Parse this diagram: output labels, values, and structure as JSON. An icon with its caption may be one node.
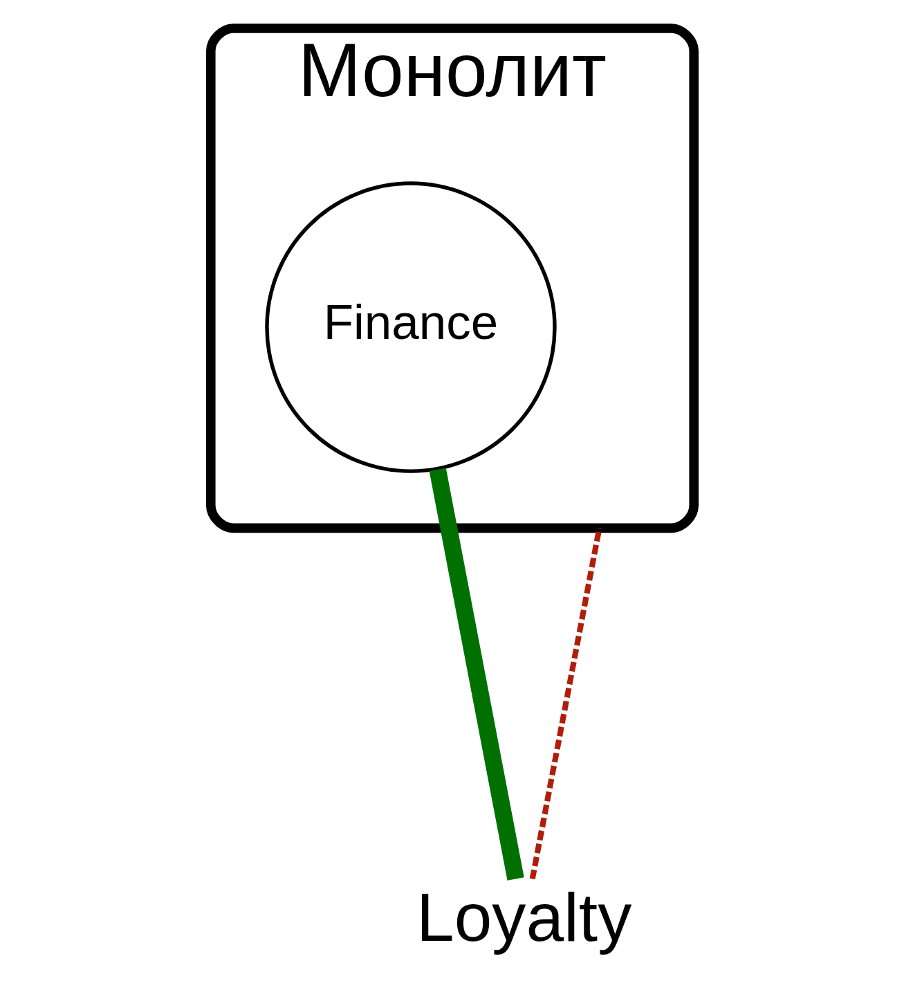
{
  "diagram": {
    "nodes": [
      {
        "text": [
          "Монолит"
        ]
      },
      {
        "text": [
          "Finance"
        ],
        "in": 0
      },
      {
        "text": [
          "Loyalty"
        ]
      }
    ],
    "edges": [
      {
        "from": 2,
        "to": 0,
        "arrow": "none",
        "style": "dashed",
        "color": "#b01e0a"
      },
      {
        "from": 2,
        "to": 1,
        "arrow": "none",
        "style": "thick",
        "color": "#007000"
      }
    ]
  }
}
